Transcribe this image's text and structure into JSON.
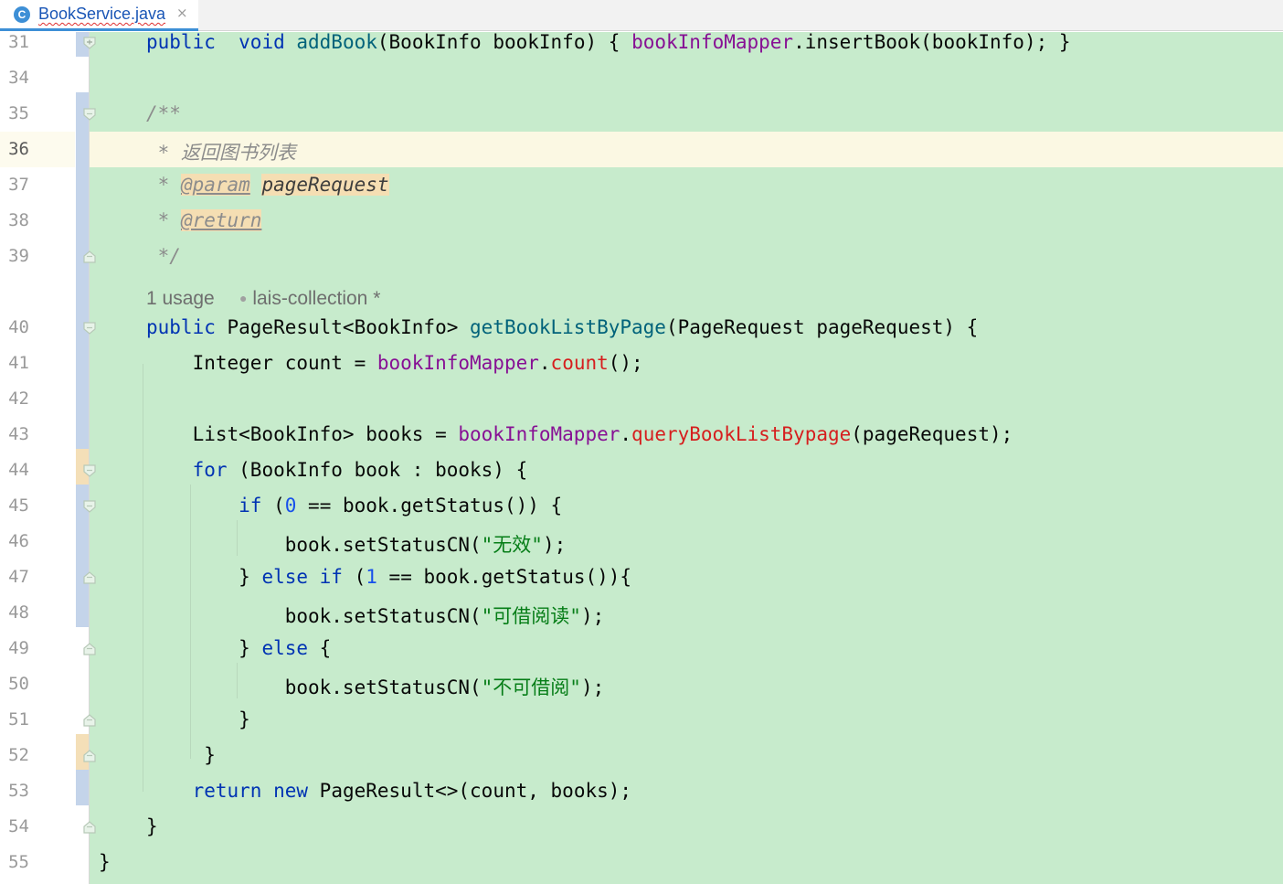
{
  "tab": {
    "icon": "C",
    "filename": "BookService.java",
    "close": "×"
  },
  "lines": [
    {
      "num": "31",
      "pre": "    ",
      "tokens": [
        [
          "kw",
          "public"
        ],
        [
          "",
          "  "
        ],
        [
          "kw",
          "void"
        ],
        [
          "",
          ""
        ],
        [
          "fn",
          " addBook"
        ],
        [
          "",
          "(BookInfo bookInfo) "
        ],
        [
          "",
          "{ "
        ],
        [
          "fld",
          "bookInfoMapper"
        ],
        [
          "",
          ".insertBook(bookInfo);"
        ],
        [
          "",
          " }"
        ]
      ]
    },
    {
      "num": "34",
      "tokens": []
    },
    {
      "num": "35",
      "tokens": [
        [
          "cmt",
          "/**"
        ]
      ]
    },
    {
      "num": "36",
      "tokens": [
        [
          "cmt",
          " * 返回图书列表"
        ]
      ]
    },
    {
      "num": "37",
      "tokens": [
        [
          "cmt",
          " * "
        ],
        [
          "tag",
          "@param"
        ],
        [
          "cmt",
          " "
        ],
        [
          "ptag",
          "pageRequest"
        ]
      ]
    },
    {
      "num": "38",
      "tokens": [
        [
          "cmt",
          " * "
        ],
        [
          "tag",
          "@return"
        ]
      ]
    },
    {
      "num": "39",
      "tokens": [
        [
          "cmt",
          " */"
        ]
      ]
    },
    {
      "num": "40",
      "tokens": [
        [
          "kw",
          "public"
        ],
        [
          "",
          " PageResult<BookInfo> "
        ],
        [
          "fn",
          "getBookListByPage"
        ],
        [
          "",
          "(PageRequest pageRequest) {"
        ]
      ]
    },
    {
      "num": "41",
      "tokens": [
        [
          "",
          "    Integer count = "
        ],
        [
          "fld",
          "bookInfoMapper"
        ],
        [
          "",
          "."
        ],
        [
          "err",
          "count"
        ],
        [
          "",
          "();"
        ]
      ]
    },
    {
      "num": "42",
      "tokens": []
    },
    {
      "num": "43",
      "tokens": [
        [
          "",
          "    List<BookInfo> books = "
        ],
        [
          "fld",
          "bookInfoMapper"
        ],
        [
          "",
          "."
        ],
        [
          "err",
          "queryBookListBypage"
        ],
        [
          "",
          "(pageRequest);"
        ]
      ]
    },
    {
      "num": "44",
      "tokens": [
        [
          "",
          "    "
        ],
        [
          "kw",
          "for"
        ],
        [
          "",
          " (BookInfo book : books) {"
        ]
      ]
    },
    {
      "num": "45",
      "tokens": [
        [
          "",
          "        "
        ],
        [
          "kw",
          "if"
        ],
        [
          "",
          " ("
        ],
        [
          "num",
          "0"
        ],
        [
          "",
          " == book.getStatus()) {"
        ]
      ]
    },
    {
      "num": "46",
      "tokens": [
        [
          "",
          "            book.setStatusCN("
        ],
        [
          "str",
          "\"无效\""
        ],
        [
          "",
          ");"
        ]
      ]
    },
    {
      "num": "47",
      "tokens": [
        [
          "",
          "        } "
        ],
        [
          "kw",
          "else if"
        ],
        [
          "",
          " ("
        ],
        [
          "num",
          "1"
        ],
        [
          "",
          " == book.getStatus()){"
        ]
      ]
    },
    {
      "num": "48",
      "tokens": [
        [
          "",
          "            book.setStatusCN("
        ],
        [
          "str",
          "\"可借阅读\""
        ],
        [
          "",
          ");"
        ]
      ]
    },
    {
      "num": "49",
      "tokens": [
        [
          "",
          "        } "
        ],
        [
          "kw",
          "else"
        ],
        [
          "",
          " {"
        ]
      ]
    },
    {
      "num": "50",
      "tokens": [
        [
          "",
          "            book.setStatusCN("
        ],
        [
          "str",
          "\"不可借阅\""
        ],
        [
          "",
          ");"
        ]
      ]
    },
    {
      "num": "51",
      "tokens": [
        [
          "",
          "        }"
        ]
      ]
    },
    {
      "num": "52",
      "tokens": [
        [
          "",
          "     }"
        ]
      ]
    },
    {
      "num": "53",
      "tokens": [
        [
          "",
          "    "
        ],
        [
          "kw",
          "return"
        ],
        [
          "",
          " "
        ],
        [
          "kw",
          "new"
        ],
        [
          "",
          " PageResult<>(count, books);"
        ]
      ]
    },
    {
      "num": "54",
      "tokens": [
        [
          "",
          "}"
        ]
      ]
    },
    {
      "num": "55",
      "tokens": [
        [
          "",
          "}"
        ]
      ]
    }
  ],
  "inlay": {
    "usages": "1 usage",
    "author": "lais-collection *"
  },
  "colors": {
    "editor_bg": "#c7ebcc",
    "keyword": "#0033b3",
    "method": "#00627a",
    "field": "#871094",
    "string": "#067d17",
    "error": "#d61e1e",
    "comment": "#8c8c8c",
    "caret_line": "#fbf8e3"
  }
}
